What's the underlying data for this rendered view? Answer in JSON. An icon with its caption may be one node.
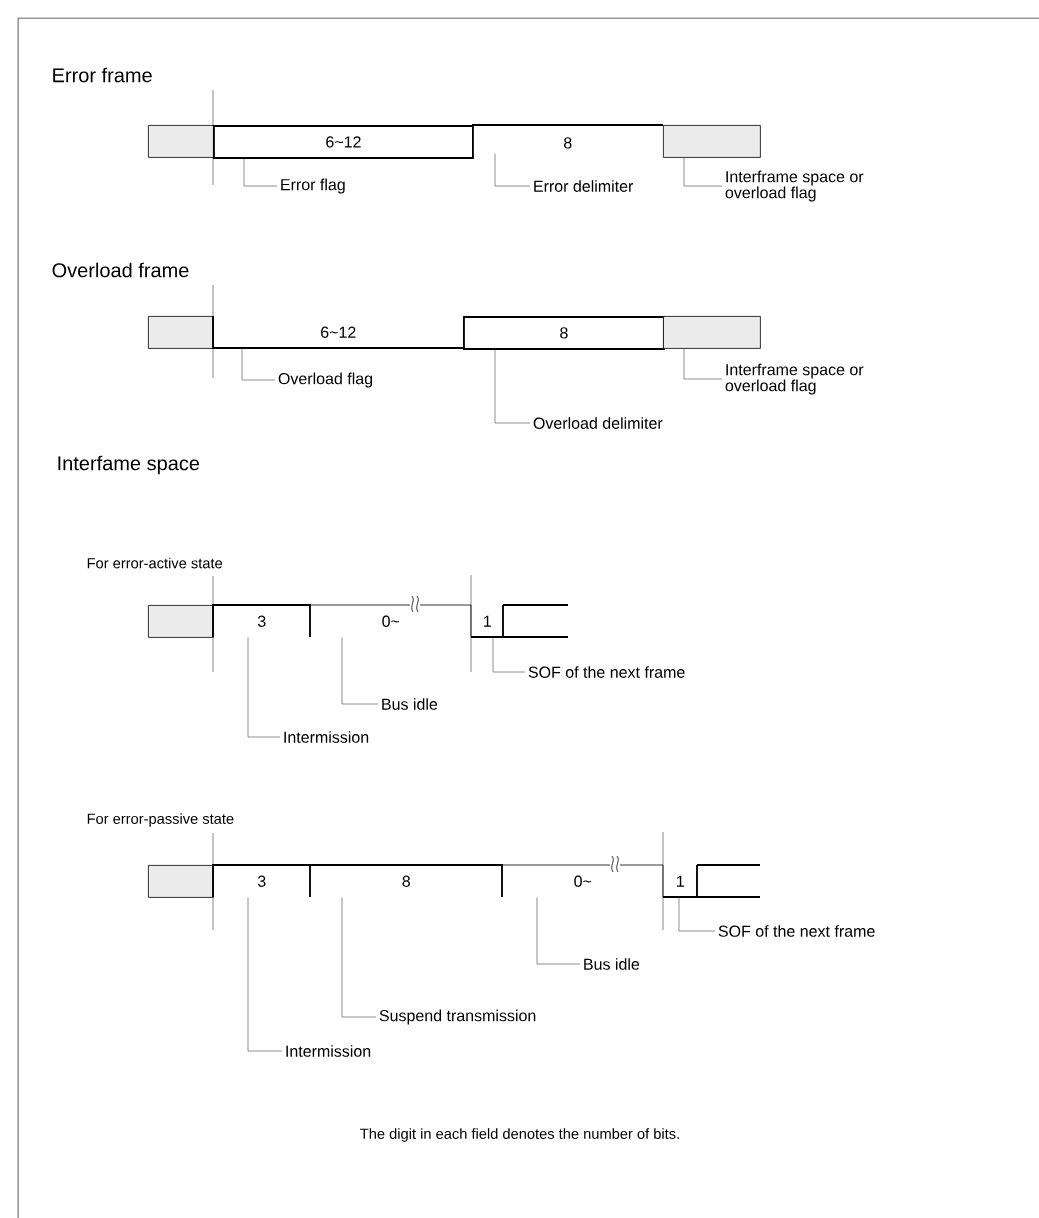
{
  "diagram": {
    "caption": "The digit in each field denotes the number of bits.",
    "nodes": [
      {
        "text": [],
        "shape": "box"
      },
      {
        "text": [
          "6~12"
        ]
      },
      {
        "text": [
          "8"
        ]
      },
      {
        "text": [],
        "shape": "box"
      },
      {
        "text": [
          "Error flag"
        ]
      },
      {
        "text": [
          "Error delimiter"
        ]
      },
      {
        "text": [
          "Interframe space or overload flag"
        ]
      },
      {
        "text": [],
        "shape": "box"
      },
      {
        "text": [
          "6~12"
        ]
      },
      {
        "text": [
          "8"
        ]
      },
      {
        "text": [],
        "shape": "box"
      },
      {
        "text": [
          "Overload flag"
        ]
      },
      {
        "text": [
          "Overload delimiter"
        ]
      },
      {
        "text": [
          "Interframe space or overload flag"
        ]
      },
      {
        "text": [],
        "shape": "box"
      },
      {
        "text": [
          "3"
        ]
      },
      {
        "text": [
          "0~"
        ]
      },
      {
        "text": [
          "1"
        ]
      },
      {
        "text": [
          "SOF of the next frame"
        ]
      },
      {
        "text": [
          "Bus idle"
        ]
      },
      {
        "text": [
          "Intermission"
        ]
      },
      {
        "text": [],
        "shape": "box"
      },
      {
        "text": [
          "3"
        ]
      },
      {
        "text": [
          "8"
        ]
      },
      {
        "text": [
          "0~"
        ]
      },
      {
        "text": [
          "1"
        ]
      },
      {
        "text": [
          "SOF of the next frame"
        ]
      },
      {
        "text": [
          "Bus idle"
        ]
      },
      {
        "text": [
          "Suspend transmission"
        ]
      },
      {
        "text": [
          "Intermission"
        ]
      }
    ],
    "edges": [
      {
        "from": 4,
        "to": 1,
        "arrow": "none"
      },
      {
        "from": 5,
        "to": 2,
        "arrow": "none"
      },
      {
        "from": 6,
        "to": 3,
        "arrow": "none"
      },
      {
        "from": 11,
        "to": 8,
        "arrow": "none"
      },
      {
        "from": 12,
        "to": 9,
        "arrow": "none"
      },
      {
        "from": 13,
        "to": 10,
        "arrow": "none"
      },
      {
        "from": 18,
        "to": 17,
        "arrow": "none"
      },
      {
        "from": 19,
        "to": 16,
        "arrow": "none"
      },
      {
        "from": 20,
        "to": 15,
        "arrow": "none"
      },
      {
        "from": 26,
        "to": 25,
        "arrow": "none"
      },
      {
        "from": 27,
        "to": 24,
        "arrow": "none"
      },
      {
        "from": 28,
        "to": 23,
        "arrow": "none"
      },
      {
        "from": 29,
        "to": 22,
        "arrow": "none"
      }
    ],
    "labels": [
      "Error frame",
      "Overload frame",
      "Interfame space",
      "For error-active state",
      "For error-passive state"
    ]
  }
}
